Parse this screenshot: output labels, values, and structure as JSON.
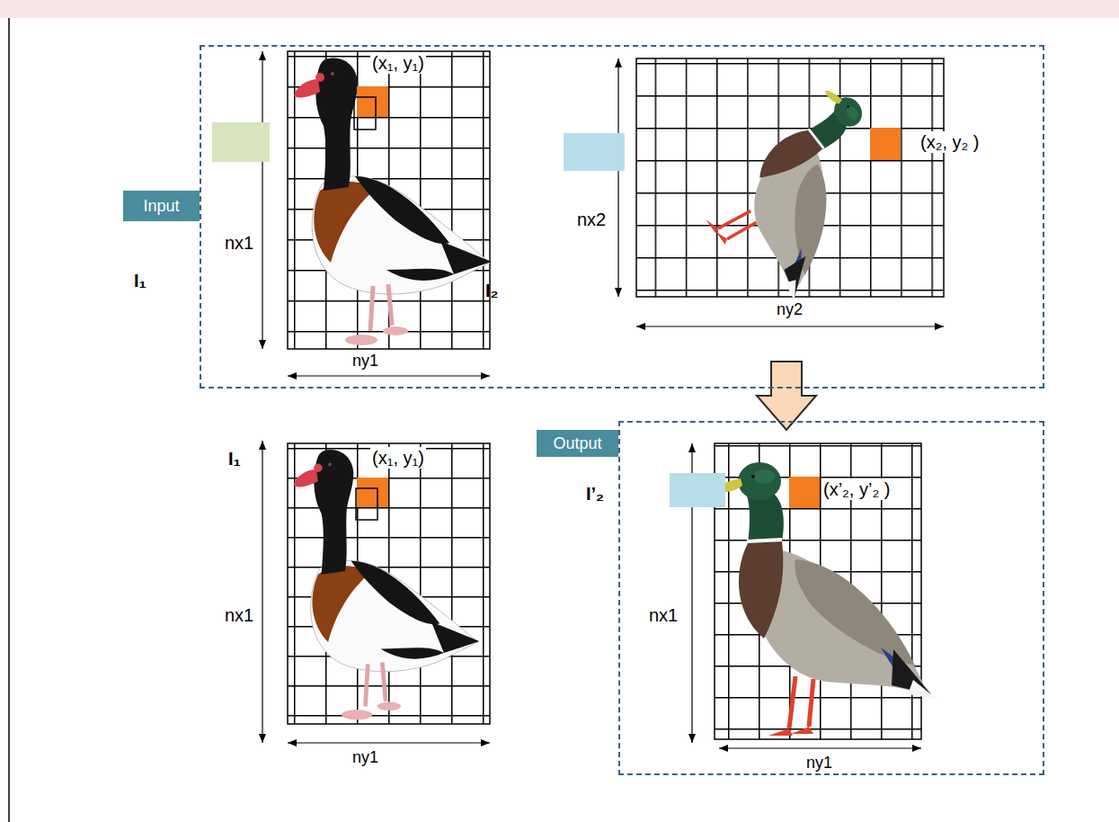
{
  "diagram": {
    "nodes": [
      {
        "text": [
          "Input"
        ]
      },
      {
        "text": [
          "I₁"
        ],
        "in": 0
      },
      {
        "text": [
          "I₂"
        ],
        "in": 0
      },
      {
        "text": [
          "Output"
        ]
      },
      {
        "text": [
          "I’₂"
        ],
        "in": 3
      }
    ],
    "edges": [
      {
        "from": 0,
        "to": 3,
        "arrow": "to"
      }
    ],
    "labels": [
      "(x₁, y₁)",
      "nx1",
      "ny1",
      "(x₂, y₂ )",
      "nx2",
      "ny2",
      "I₁",
      "(x₁, y₁)",
      "nx1",
      "ny1",
      "(x’₂, y’₂ )",
      "nx1",
      "ny1"
    ]
  }
}
